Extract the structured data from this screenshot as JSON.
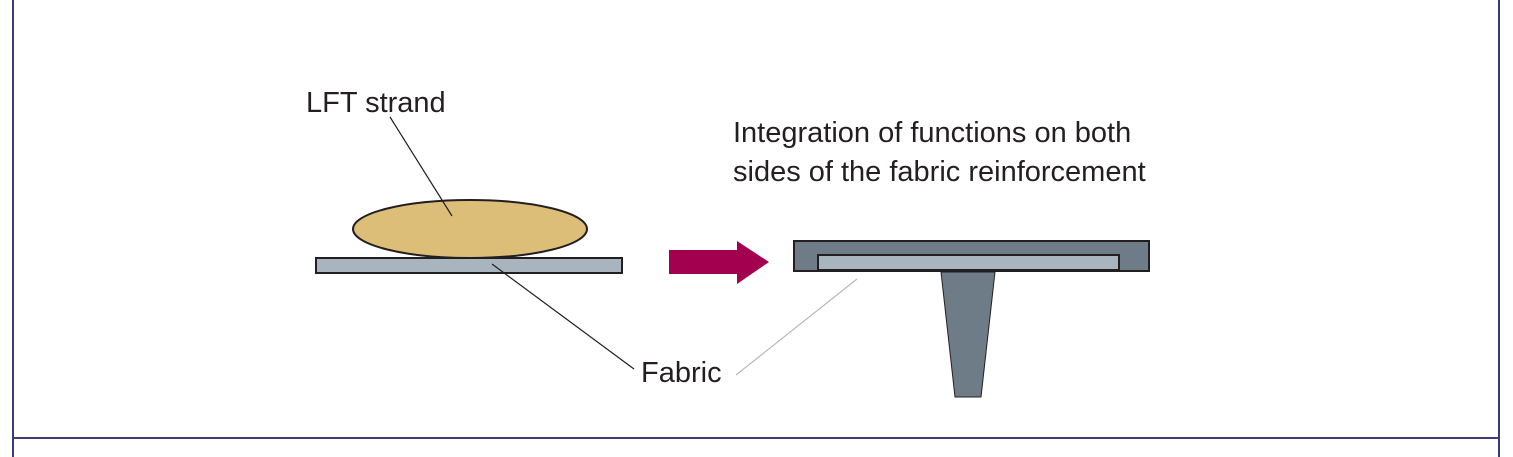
{
  "labels": {
    "strand": "LFT strand",
    "fabric": "Fabric",
    "integration_line1": "Integration of functions on both",
    "integration_line2": "sides of the fabric reinforcement"
  },
  "colors": {
    "frame": "#3b3b7a",
    "strand_fill": "#ddbe78",
    "fabric_fill": "#a8b4be",
    "part_fill": "#6e7c88",
    "arrow": "#a3004f",
    "outline": "#231f20",
    "leader_light": "#b8b8b8"
  },
  "icons": {
    "arrow": "right-arrow-icon"
  }
}
